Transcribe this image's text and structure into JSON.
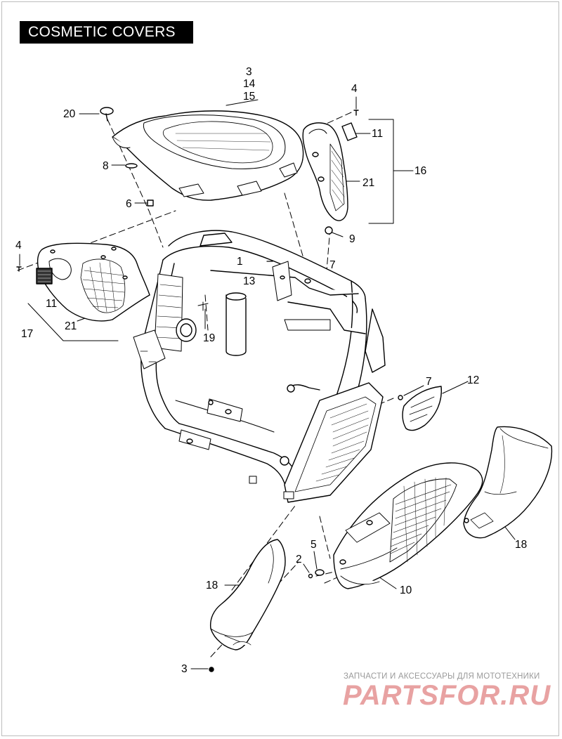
{
  "title": "COSMETIC COVERS",
  "callouts": {
    "c3_top": "3",
    "c14": "14",
    "c15": "15",
    "c4_right": "4",
    "c20": "20",
    "c11_right": "11",
    "c16": "16",
    "c21_right": "21",
    "c8": "8",
    "c6": "6",
    "c9": "9",
    "c4_left": "4",
    "c1": "1",
    "c7_top": "7",
    "c13": "13",
    "c11_left": "11",
    "c21_left": "21",
    "c17": "17",
    "c19": "19",
    "c7_mid": "7",
    "c12": "12",
    "c18_right": "18",
    "c5": "5",
    "c2": "2",
    "c10": "10",
    "c18_left": "18",
    "c3_bottom": "3"
  },
  "watermark": {
    "tagline": "ЗАПЧАСТИ И АКСЕССУАРЫ ДЛЯ МОТОТЕХНИКИ",
    "logo": "PARTSFOR.RU"
  },
  "colors": {
    "line": "#000000",
    "title_bg": "#000000",
    "title_fg": "#ffffff",
    "watermark_logo": "#e8a2a2",
    "watermark_text": "#9a9a9a"
  }
}
